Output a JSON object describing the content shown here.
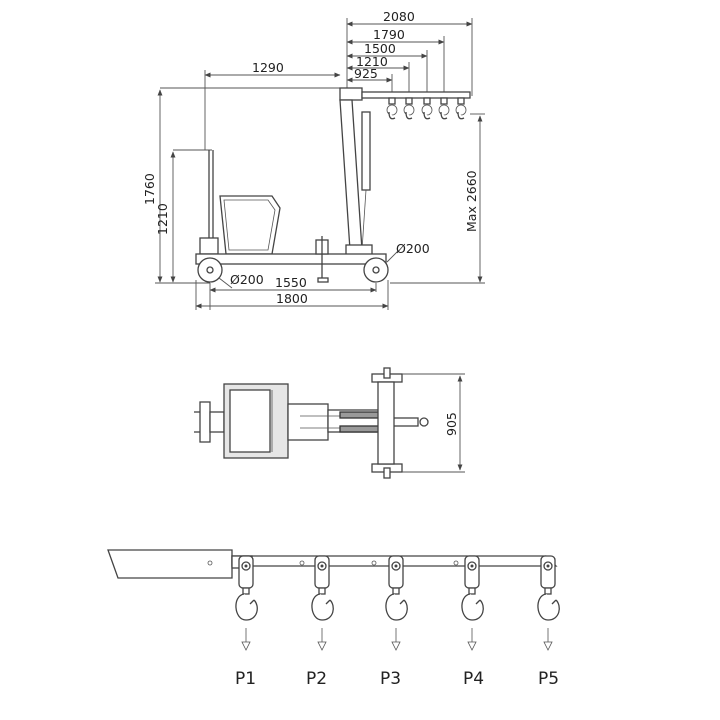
{
  "side_view": {
    "top_dims": [
      "2080",
      "1790",
      "1500",
      "1210",
      "925"
    ],
    "reach_dim": "1290",
    "height_max_dim": "1760",
    "height_min_dim": "1210",
    "lift_dim": "Max 2660",
    "wheel_front_dim": "Ø200",
    "wheel_rear_dim": "Ø200",
    "wheelbase_dim": "1550",
    "length_dim": "1800"
  },
  "top_view": {
    "width_dim": "905"
  },
  "boom_detail": {
    "positions": [
      "P1",
      "P2",
      "P3",
      "P4",
      "P5"
    ]
  }
}
